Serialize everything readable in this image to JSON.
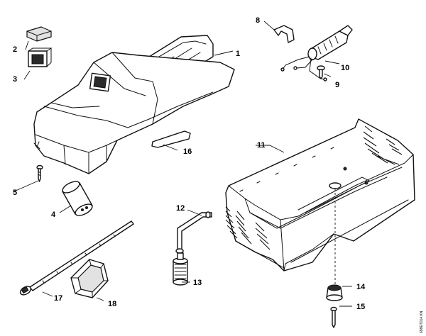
{
  "part_numbers": {
    "p1": "1",
    "p2": "2",
    "p3": "3",
    "p4": "4",
    "p5": "5",
    "p6": "",
    "p8": "8",
    "p9": "9",
    "p10": "10",
    "p11": "11",
    "p12": "12",
    "p13": "13",
    "p14": "14",
    "p15": "15",
    "p16": "16",
    "p17": "17",
    "p18": "18"
  },
  "drawing_code": "698ET014 KN"
}
